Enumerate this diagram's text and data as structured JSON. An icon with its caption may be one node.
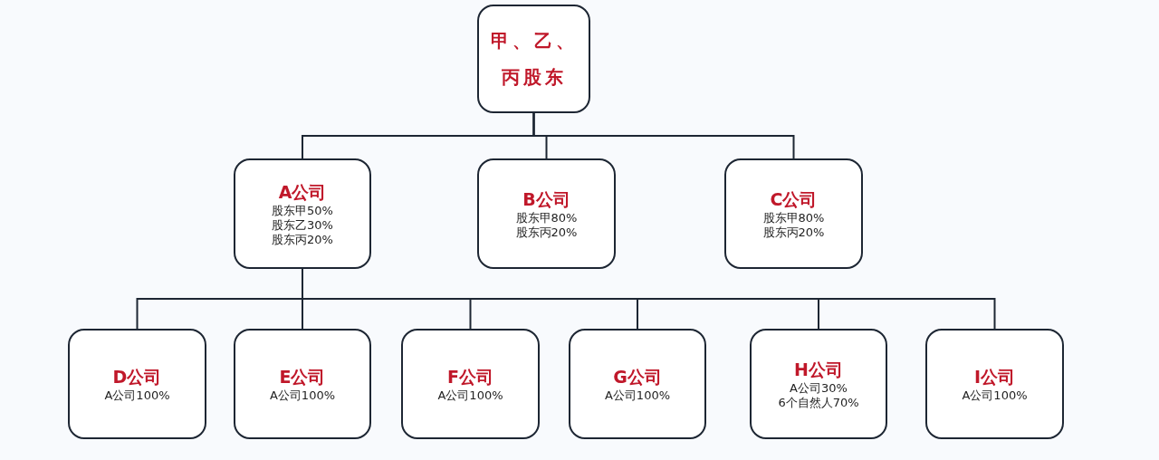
{
  "diagram": {
    "nodes": [
      {
        "text": [
          "甲、乙、丙股东"
        ]
      },
      {
        "text": [
          "A公司",
          "股东甲50%",
          "股东乙30%",
          "股东丙20%"
        ]
      },
      {
        "text": [
          "B公司",
          "股东甲80%",
          "股东丙20%"
        ]
      },
      {
        "text": [
          "C公司",
          "股东甲80%",
          "股东丙20%"
        ]
      },
      {
        "text": [
          "D公司",
          "A公司100%"
        ]
      },
      {
        "text": [
          "E公司",
          "A公司100%"
        ]
      },
      {
        "text": [
          "F公司",
          "A公司100%"
        ]
      },
      {
        "text": [
          "G公司",
          "A公司100%"
        ]
      },
      {
        "text": [
          "H公司",
          "A公司30%",
          "6个自然人70%"
        ]
      },
      {
        "text": [
          "I公司",
          "A公司100%"
        ]
      }
    ],
    "edges": [
      {
        "from": 0,
        "to": 1,
        "arrow": "none"
      },
      {
        "from": 0,
        "to": 2,
        "arrow": "none"
      },
      {
        "from": 0,
        "to": 3,
        "arrow": "none"
      },
      {
        "from": 1,
        "to": 4,
        "arrow": "none"
      },
      {
        "from": 1,
        "to": 5,
        "arrow": "none"
      },
      {
        "from": 1,
        "to": 6,
        "arrow": "none"
      },
      {
        "from": 1,
        "to": 7,
        "arrow": "none"
      },
      {
        "from": 1,
        "to": 8,
        "arrow": "none"
      },
      {
        "from": 1,
        "to": 9,
        "arrow": "none"
      }
    ]
  }
}
